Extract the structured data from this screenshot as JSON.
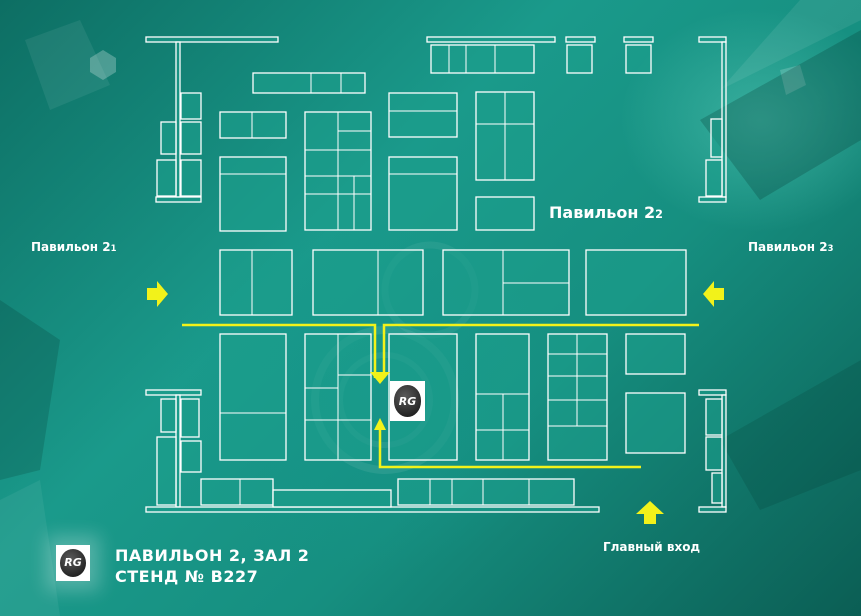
{
  "map": {
    "pavilion_21": {
      "main": "Павильон 2",
      "sub": "1"
    },
    "pavilion_22": {
      "main": "Павильон 2",
      "sub": "2"
    },
    "pavilion_23": {
      "main": "Павильон 2",
      "sub": "3"
    },
    "main_entrance": "Главный вход",
    "stand_logo": "RG"
  },
  "footer": {
    "line1": "ПАВИЛЬОН 2, ЗАЛ 2",
    "line2": "СТЕНД № B227",
    "logo_text": "RG"
  },
  "colors": {
    "background": "#1a9a8b",
    "booth_outline": "#ffffff",
    "booth_fill": "#1d9e8c",
    "path_arrow": "#f2f21a"
  },
  "icons": [
    "arrow-right-icon",
    "arrow-left-icon",
    "arrow-up-icon",
    "arrow-down-icon",
    "rg-logo-icon"
  ]
}
